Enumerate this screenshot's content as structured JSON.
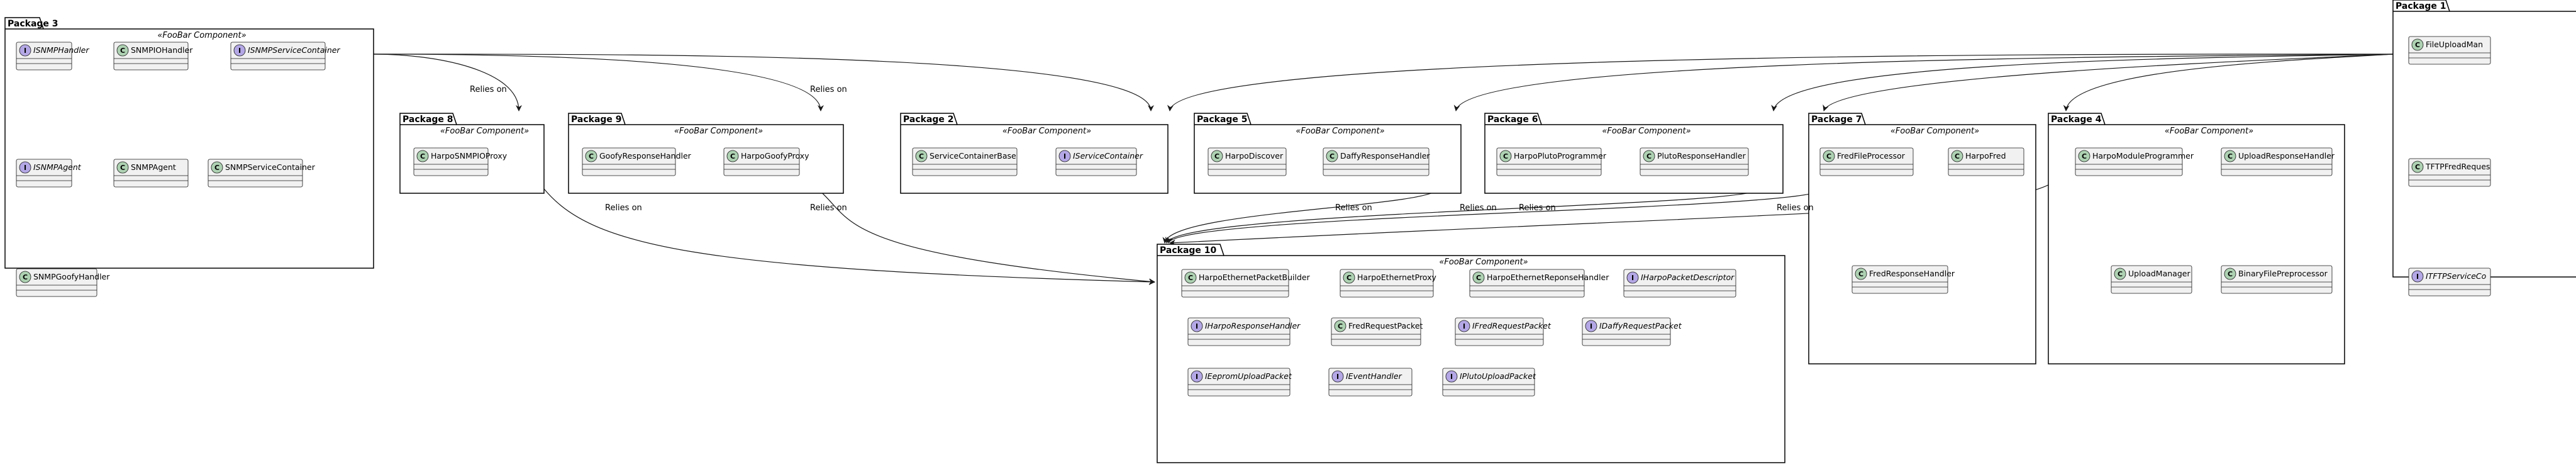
{
  "diagram": {
    "packages": [
      {
        "id": "p3",
        "name": "Package 3",
        "stereotype": "«FooBar Component»",
        "classes": [
          {
            "name": "ISNMPHandler",
            "kind": "I"
          },
          {
            "name": "SNMPIOHandler",
            "kind": "C"
          },
          {
            "name": "ISNMPServiceContainer",
            "kind": "I"
          },
          {
            "name": "ISNMPAgent",
            "kind": "I"
          },
          {
            "name": "SNMPAgent",
            "kind": "C"
          },
          {
            "name": "SNMPServiceContainer",
            "kind": "C"
          },
          {
            "name": "SNMPGoofyHandler",
            "kind": "C"
          }
        ]
      },
      {
        "id": "p8",
        "name": "Package 8",
        "stereotype": "«FooBar Component»",
        "classes": [
          {
            "name": "HarpoSNMPIOProxy",
            "kind": "C"
          }
        ]
      },
      {
        "id": "p9",
        "name": "Package 9",
        "stereotype": "«FooBar Component»",
        "classes": [
          {
            "name": "GoofyResponseHandler",
            "kind": "C"
          },
          {
            "name": "HarpoGoofyProxy",
            "kind": "C"
          }
        ]
      },
      {
        "id": "p2",
        "name": "Package 2",
        "stereotype": "«FooBar Component»",
        "classes": [
          {
            "name": "ServiceContainerBase",
            "kind": "C"
          },
          {
            "name": "IServiceContainer",
            "kind": "I"
          }
        ]
      },
      {
        "id": "p5",
        "name": "Package 5",
        "stereotype": "«FooBar Component»",
        "classes": [
          {
            "name": "HarpoDiscover",
            "kind": "C"
          },
          {
            "name": "DaffyResponseHandler",
            "kind": "C"
          }
        ]
      },
      {
        "id": "p6",
        "name": "Package 6",
        "stereotype": "«FooBar Component»",
        "classes": [
          {
            "name": "HarpoPlutoProgrammer",
            "kind": "C"
          },
          {
            "name": "PlutoResponseHandler",
            "kind": "C"
          }
        ]
      },
      {
        "id": "p7",
        "name": "Package 7",
        "stereotype": "«FooBar Component»",
        "classes": [
          {
            "name": "FredFileProcessor",
            "kind": "C"
          },
          {
            "name": "HarpoFred",
            "kind": "C"
          },
          {
            "name": "FredResponseHandler",
            "kind": "C"
          }
        ]
      },
      {
        "id": "p4",
        "name": "Package 4",
        "stereotype": "«FooBar Component»",
        "classes": [
          {
            "name": "HarpoModuleProgrammer",
            "kind": "C"
          },
          {
            "name": "UploadResponseHandler",
            "kind": "C"
          },
          {
            "name": "UploadManager",
            "kind": "C"
          },
          {
            "name": "BinaryFilePreprocessor",
            "kind": "C"
          }
        ]
      },
      {
        "id": "p1",
        "name": "Package 1",
        "stereotype": "",
        "classes": [
          {
            "name": "FileUploadMan",
            "kind": "C"
          },
          {
            "name": "TFTPFredReques",
            "kind": "C"
          },
          {
            "name": "ITFTPServiceCo",
            "kind": "I"
          }
        ]
      },
      {
        "id": "p10",
        "name": "Package 10",
        "stereotype": "«FooBar Component»",
        "classes": [
          {
            "name": "HarpoEthernetPacketBuilder",
            "kind": "C"
          },
          {
            "name": "HarpoEthernetProxy",
            "kind": "C"
          },
          {
            "name": "HarpoEthernetReponseHandler",
            "kind": "C"
          },
          {
            "name": "IHarpoPacketDescriptor",
            "kind": "I"
          },
          {
            "name": "IHarpoResponseHandler",
            "kind": "I"
          },
          {
            "name": "FredRequestPacket",
            "kind": "C"
          },
          {
            "name": "IFredRequestPacket",
            "kind": "I"
          },
          {
            "name": "IDaffyRequestPacket",
            "kind": "I"
          },
          {
            "name": "IEepromUploadPacket",
            "kind": "I"
          },
          {
            "name": "IEventHandler",
            "kind": "I"
          },
          {
            "name": "IPlutoUploadPacket",
            "kind": "I"
          }
        ]
      }
    ],
    "edges": [
      {
        "id": "e1",
        "from": "p3",
        "to": "p8",
        "label": "Relies on"
      },
      {
        "id": "e2",
        "from": "p3",
        "to": "p9",
        "label": "Relies on"
      },
      {
        "id": "e3",
        "from": "p3",
        "to": "p2",
        "label": ""
      },
      {
        "id": "e4",
        "from": "p8",
        "to": "p10",
        "label": "Relies on"
      },
      {
        "id": "e5",
        "from": "p9",
        "to": "p10",
        "label": "Relies on"
      },
      {
        "id": "e6",
        "from": "p5",
        "to": "p10",
        "label": "Relies on"
      },
      {
        "id": "e7",
        "from": "p6",
        "to": "p10",
        "label": "Relies on"
      },
      {
        "id": "e8",
        "from": "p7",
        "to": "p10",
        "label": "Relies on"
      },
      {
        "id": "e9",
        "from": "p4",
        "to": "p10",
        "label": "Relies on"
      },
      {
        "id": "e10",
        "from": "p1",
        "to": "p2",
        "label": ""
      },
      {
        "id": "e11",
        "from": "p1",
        "to": "p5",
        "label": ""
      },
      {
        "id": "e12",
        "from": "p1",
        "to": "p6",
        "label": ""
      },
      {
        "id": "e13",
        "from": "p1",
        "to": "p7",
        "label": ""
      },
      {
        "id": "e14",
        "from": "p1",
        "to": "p4",
        "label": ""
      }
    ]
  }
}
